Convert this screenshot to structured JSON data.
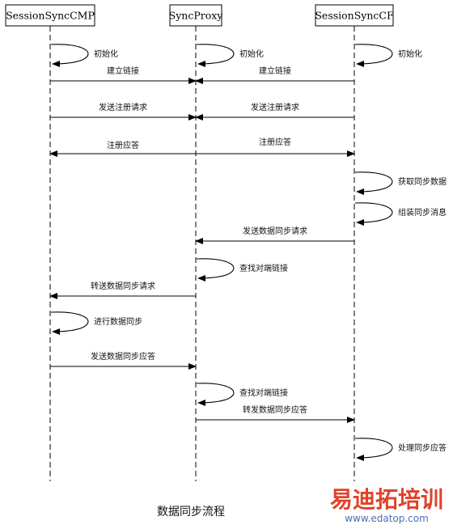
{
  "participants": [
    "SessionSyncCMP",
    "SyncProxy",
    "SessionSyncCF"
  ],
  "messages": [
    {
      "kind": "self",
      "at": 0,
      "label": "初始化"
    },
    {
      "kind": "self",
      "at": 1,
      "label": "初始化"
    },
    {
      "kind": "self",
      "at": 2,
      "label": "初始化"
    },
    {
      "kind": "arrow",
      "from": 0,
      "to": 1,
      "label": "建立链接"
    },
    {
      "kind": "arrow",
      "from": 2,
      "to": 1,
      "label": "建立链接"
    },
    {
      "kind": "arrow",
      "from": 0,
      "to": 1,
      "label": "发送注册请求"
    },
    {
      "kind": "arrow",
      "from": 2,
      "to": 1,
      "label": "发送注册请求"
    },
    {
      "kind": "double",
      "from": 0,
      "to": 2,
      "label": "注册应答",
      "label2": "注册应答"
    },
    {
      "kind": "self",
      "at": 2,
      "label": "获取同步数据"
    },
    {
      "kind": "self",
      "at": 2,
      "label": "组装同步消息"
    },
    {
      "kind": "arrow",
      "from": 2,
      "to": 1,
      "label": "发送数据同步请求"
    },
    {
      "kind": "self",
      "at": 1,
      "label": "查找对端链接"
    },
    {
      "kind": "arrow",
      "from": 1,
      "to": 0,
      "label": "转送数据同步请求"
    },
    {
      "kind": "self",
      "at": 0,
      "label": "进行数据同步"
    },
    {
      "kind": "arrow",
      "from": 0,
      "to": 1,
      "label": "发送数据同步应答"
    },
    {
      "kind": "self",
      "at": 1,
      "label": "查找对端链接"
    },
    {
      "kind": "arrow",
      "from": 1,
      "to": 2,
      "label": "转发数据同步应答"
    },
    {
      "kind": "self",
      "at": 2,
      "label": "处理同步应答"
    }
  ],
  "caption": "数据同步流程",
  "watermark": {
    "brand": "易迪拓培训",
    "url": "www.edatop.com",
    "brand_color": "#e0422c",
    "url_color": "#4a6fb5"
  }
}
